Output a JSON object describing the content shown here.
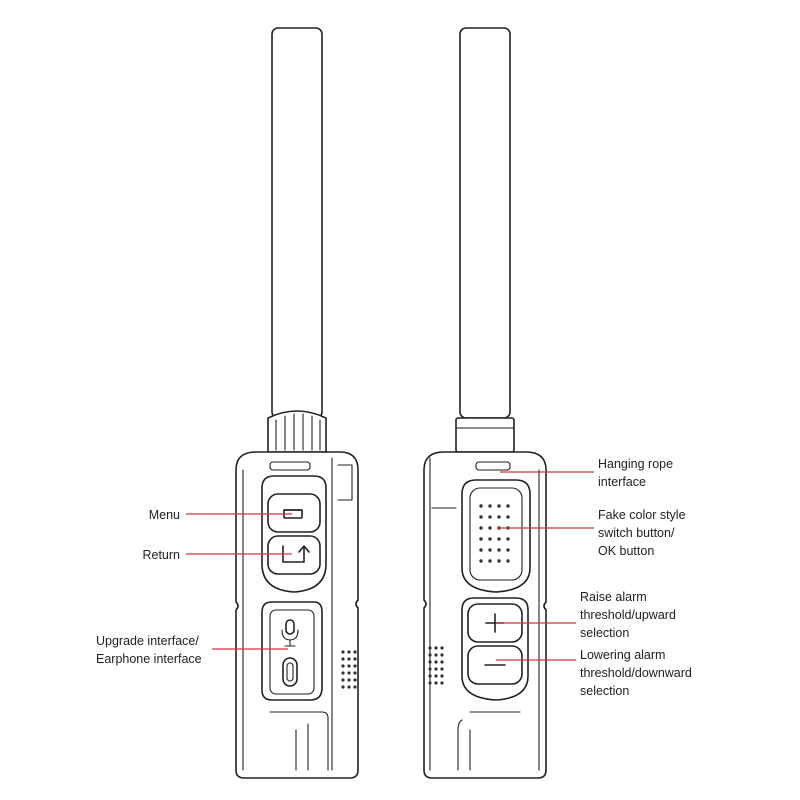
{
  "colors": {
    "leader": "#d8323a",
    "outline": "#222222",
    "text": "#222222"
  },
  "left_view": {
    "callouts": [
      {
        "id": "menu",
        "lines": [
          "Menu"
        ]
      },
      {
        "id": "return",
        "lines": [
          "Return"
        ]
      },
      {
        "id": "upgrade",
        "lines": [
          "Upgrade interface/",
          "Earphone interface"
        ]
      }
    ]
  },
  "right_view": {
    "callouts": [
      {
        "id": "hanging",
        "lines": [
          "Hanging rope",
          "interface"
        ]
      },
      {
        "id": "fake",
        "lines": [
          "Fake color style",
          "switch button/",
          "OK button"
        ]
      },
      {
        "id": "raise",
        "lines": [
          "Raise alarm",
          "threshold/upward",
          "selection"
        ]
      },
      {
        "id": "lower",
        "lines": [
          "Lowering alarm",
          "threshold/downward",
          "selection"
        ]
      }
    ]
  },
  "icons": [
    "menu-icon",
    "return-icon",
    "microphone-icon",
    "usb-c-port-icon",
    "plus-icon",
    "minus-icon"
  ]
}
